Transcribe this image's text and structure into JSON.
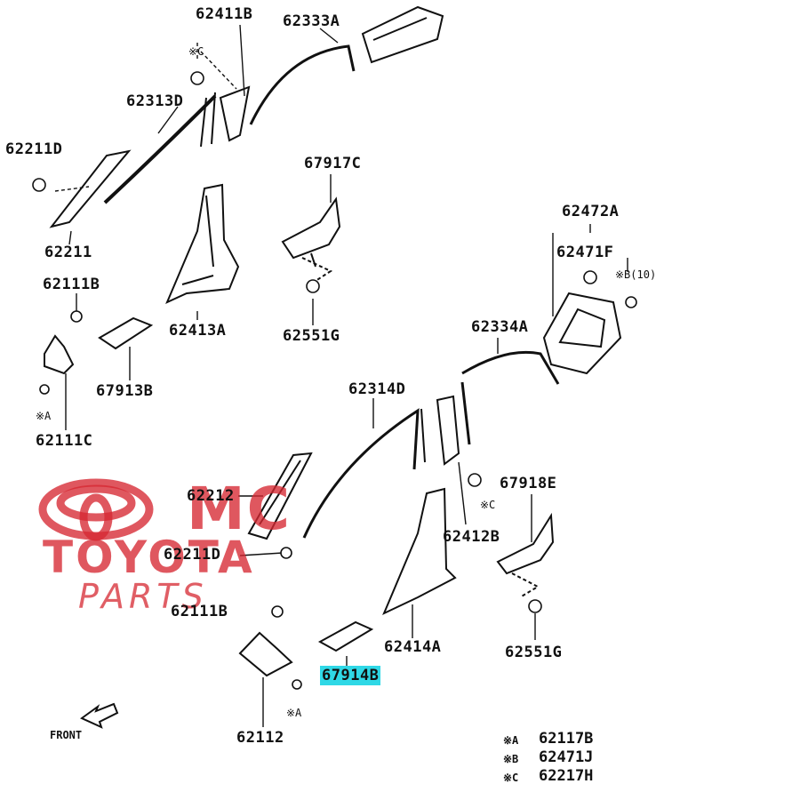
{
  "diagram": {
    "labels": {
      "p62411B": "62411B",
      "p62333A": "62333A",
      "p62313D": "62313D",
      "p62211D_top": "62211D",
      "p62211": "62211",
      "p67917C": "67917C",
      "p62472A": "62472A",
      "p62471F": "62471F",
      "p62111B_top": "62111B",
      "p62413A": "62413A",
      "p62551G_top": "62551G",
      "p62334A": "62334A",
      "p67913B": "67913B",
      "p62314D": "62314D",
      "p62111C": "62111C",
      "p67918E": "67918E",
      "p62212": "62212",
      "p62412B": "62412B",
      "p62211D_mid": "62211D",
      "p62111B_bot": "62111B",
      "p62414A": "62414A",
      "p62551G_bot": "62551G",
      "p67914B": "67914B",
      "p62112": "62112"
    },
    "notes": {
      "c_top": "※C",
      "b10": "※B(10)",
      "a_left": "※A",
      "c_mid": "※C",
      "a_bot": "※A"
    },
    "front_label": "FRONT",
    "legend": [
      {
        "mark": "※A",
        "part": "62117B"
      },
      {
        "mark": "※B",
        "part": "62471J"
      },
      {
        "mark": "※C",
        "part": "62217H"
      }
    ]
  },
  "watermark": {
    "line1": "MC",
    "line2": "TOYOTA",
    "line3": "PARTS",
    "color": "#d62832"
  },
  "highlight": {
    "color": "#2fd8e6",
    "part": "67914B"
  }
}
